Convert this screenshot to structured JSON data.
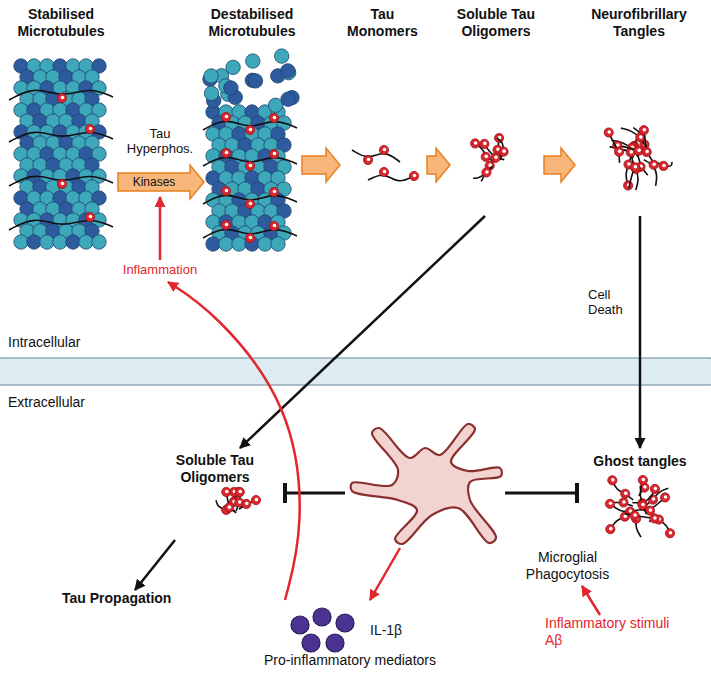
{
  "diagram": {
    "nodes": [
      {
        "text": [
          "Stabilised Microtubules"
        ]
      },
      {
        "text": [
          "Destabilised Microtubules"
        ]
      },
      {
        "text": [
          "Tau Monomers"
        ]
      },
      {
        "text": [
          "Soluble Tau Oligomers"
        ]
      },
      {
        "text": [
          "Neurofibrillary Tangles"
        ]
      },
      {
        "text": [
          "Inflammation"
        ]
      },
      {
        "text": [
          "Soluble Tau Oligomers"
        ]
      },
      {
        "text": [
          "Ghost tangles"
        ]
      },
      {
        "text": [
          "Microglial Phagocytosis"
        ]
      },
      {
        "text": [
          "IL-1β",
          "Pro-inflammatory mediators"
        ]
      },
      {
        "text": [
          "Tau Propagation"
        ]
      },
      {
        "text": [
          "Inflammatory stimuli Aβ"
        ]
      }
    ],
    "edges": [
      {
        "from": 0,
        "to": 1,
        "label": "Kinases",
        "arrow": "to"
      },
      {
        "from": 1,
        "to": 2,
        "arrow": "to"
      },
      {
        "from": 2,
        "to": 3,
        "arrow": "to"
      },
      {
        "from": 3,
        "to": 4,
        "arrow": "to"
      },
      {
        "from": 4,
        "to": 7,
        "label": "Cell Death",
        "arrow": "to"
      },
      {
        "from": 3,
        "to": 6,
        "arrow": "to"
      },
      {
        "from": 6,
        "to": 10,
        "arrow": "to"
      },
      {
        "from": 8,
        "to": 6,
        "arrow": "to"
      },
      {
        "from": 8,
        "to": 7,
        "arrow": "to"
      },
      {
        "from": 8,
        "to": 9,
        "arrow": "to"
      },
      {
        "from": 9,
        "to": 5,
        "arrow": "to"
      },
      {
        "from": 11,
        "to": 8,
        "arrow": "to"
      }
    ],
    "labels": [
      "Tau Hyperphos.",
      "Intracellular",
      "Extracellular"
    ]
  }
}
